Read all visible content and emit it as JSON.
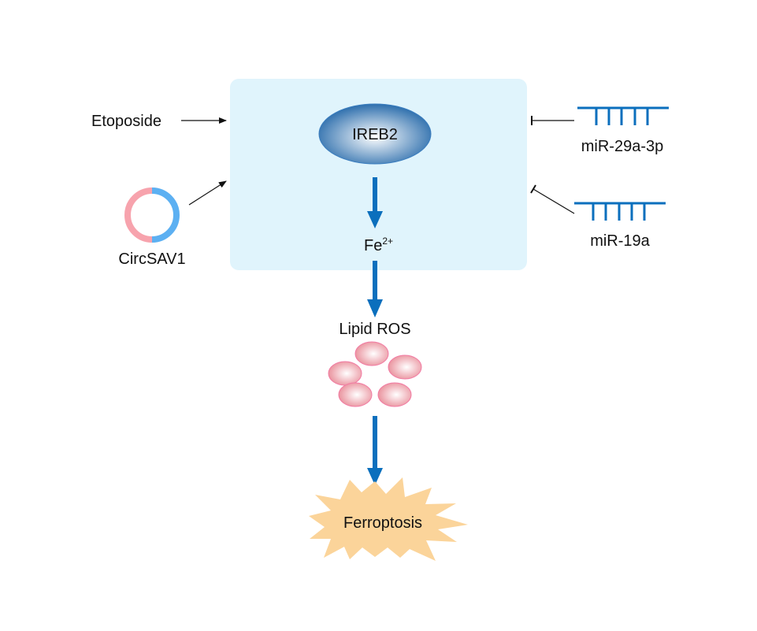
{
  "diagram": {
    "title": "IREB2-mediated ferroptosis pathway",
    "cell_box": {
      "fill": "#e0f4fc"
    },
    "nodes": {
      "etoposide": {
        "label": "Etoposide"
      },
      "circsav1": {
        "label": "CircSAV1",
        "colors": {
          "left": "#f7a3ad",
          "right": "#5cb0f2"
        }
      },
      "ireb2": {
        "label": "IREB2",
        "colors": {
          "center": "#ffffff",
          "edge": "#2e6fad"
        }
      },
      "fe": {
        "label": "Fe",
        "superscript": "2+"
      },
      "mir29": {
        "label": "miR-29a-3p"
      },
      "mir19": {
        "label": "miR-19a"
      },
      "lipid_ros": {
        "label": "Lipid ROS",
        "particle_count": 5,
        "colors": {
          "center": "#ffffff",
          "edge": "#e88a96",
          "stroke": "#f27aa3"
        }
      },
      "ferroptosis": {
        "label": "Ferroptosis",
        "fill": "#fbd49a"
      }
    },
    "edges": [
      {
        "from": "Etoposide",
        "to": "IREB2 box",
        "type": "activation"
      },
      {
        "from": "CircSAV1",
        "to": "IREB2 box",
        "type": "activation"
      },
      {
        "from": "miR-29a-3p",
        "to": "IREB2 box",
        "type": "inhibition"
      },
      {
        "from": "miR-19a",
        "to": "IREB2 box",
        "type": "inhibition"
      },
      {
        "from": "IREB2",
        "to": "Fe2+",
        "type": "flow"
      },
      {
        "from": "Fe2+",
        "to": "Lipid ROS",
        "type": "flow"
      },
      {
        "from": "Lipid ROS",
        "to": "Ferroptosis",
        "type": "flow"
      }
    ],
    "colors": {
      "flow_arrow": "#0b6fbd",
      "mirna": "#0b6fbd",
      "thin_arrow": "#111111"
    }
  }
}
